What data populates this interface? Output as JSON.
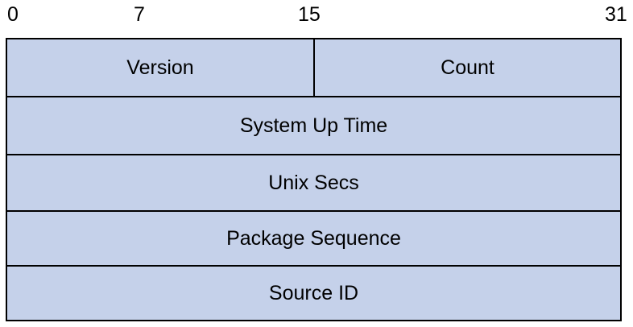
{
  "bit_positions": [
    "0",
    "7",
    "15",
    "31"
  ],
  "fields": {
    "version": "Version",
    "count": "Count",
    "system_up_time": "System Up Time",
    "unix_secs": "Unix Secs",
    "package_sequence": "Package Sequence",
    "source_id": "Source ID"
  },
  "colors": {
    "field_fill": "#c5d1ea",
    "border": "#000000",
    "text": "#000000"
  }
}
